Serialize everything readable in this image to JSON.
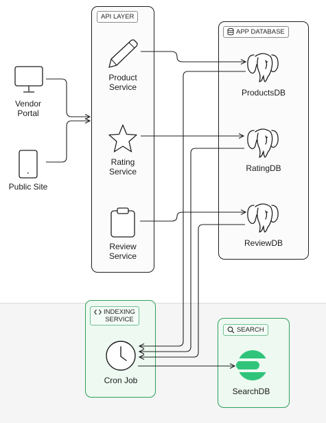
{
  "clients": {
    "vendor": {
      "line1": "Vendor",
      "line2": "Portal",
      "icon": "monitor-icon"
    },
    "public": {
      "line1": "Public Site",
      "icon": "tablet-icon"
    }
  },
  "api_layer": {
    "tag": "API LAYER",
    "services": [
      {
        "line1": "Product",
        "line2": "Service",
        "icon": "pencil-icon"
      },
      {
        "line1": "Rating",
        "line2": "Service",
        "icon": "star-icon"
      },
      {
        "line1": "Review",
        "line2": "Service",
        "icon": "clipboard-icon"
      }
    ]
  },
  "app_database": {
    "tag": "APP DATABASE",
    "tag_icon": "database-icon",
    "dbs": [
      {
        "label": "ProductsDB",
        "icon": "postgresql-elephant-icon"
      },
      {
        "label": "RatingDB",
        "icon": "postgresql-elephant-icon"
      },
      {
        "label": "ReviewDB",
        "icon": "postgresql-elephant-icon"
      }
    ]
  },
  "indexing": {
    "tag_line1": "INDEXING",
    "tag_line2": "SERVICE",
    "tag_icon": "code-brackets-icon",
    "job": {
      "label": "Cron Job",
      "icon": "clock-icon"
    }
  },
  "search": {
    "tag": "SEARCH",
    "tag_icon": "magnifier-icon",
    "db": {
      "label": "SearchDB",
      "icon": "elasticsearch-icon"
    }
  },
  "colors": {
    "stroke": "#1e1e1e",
    "group_border_green": "#2e9e5b",
    "group_fill_green": "#edf9f1",
    "elastic_green": "#2fc47a"
  }
}
